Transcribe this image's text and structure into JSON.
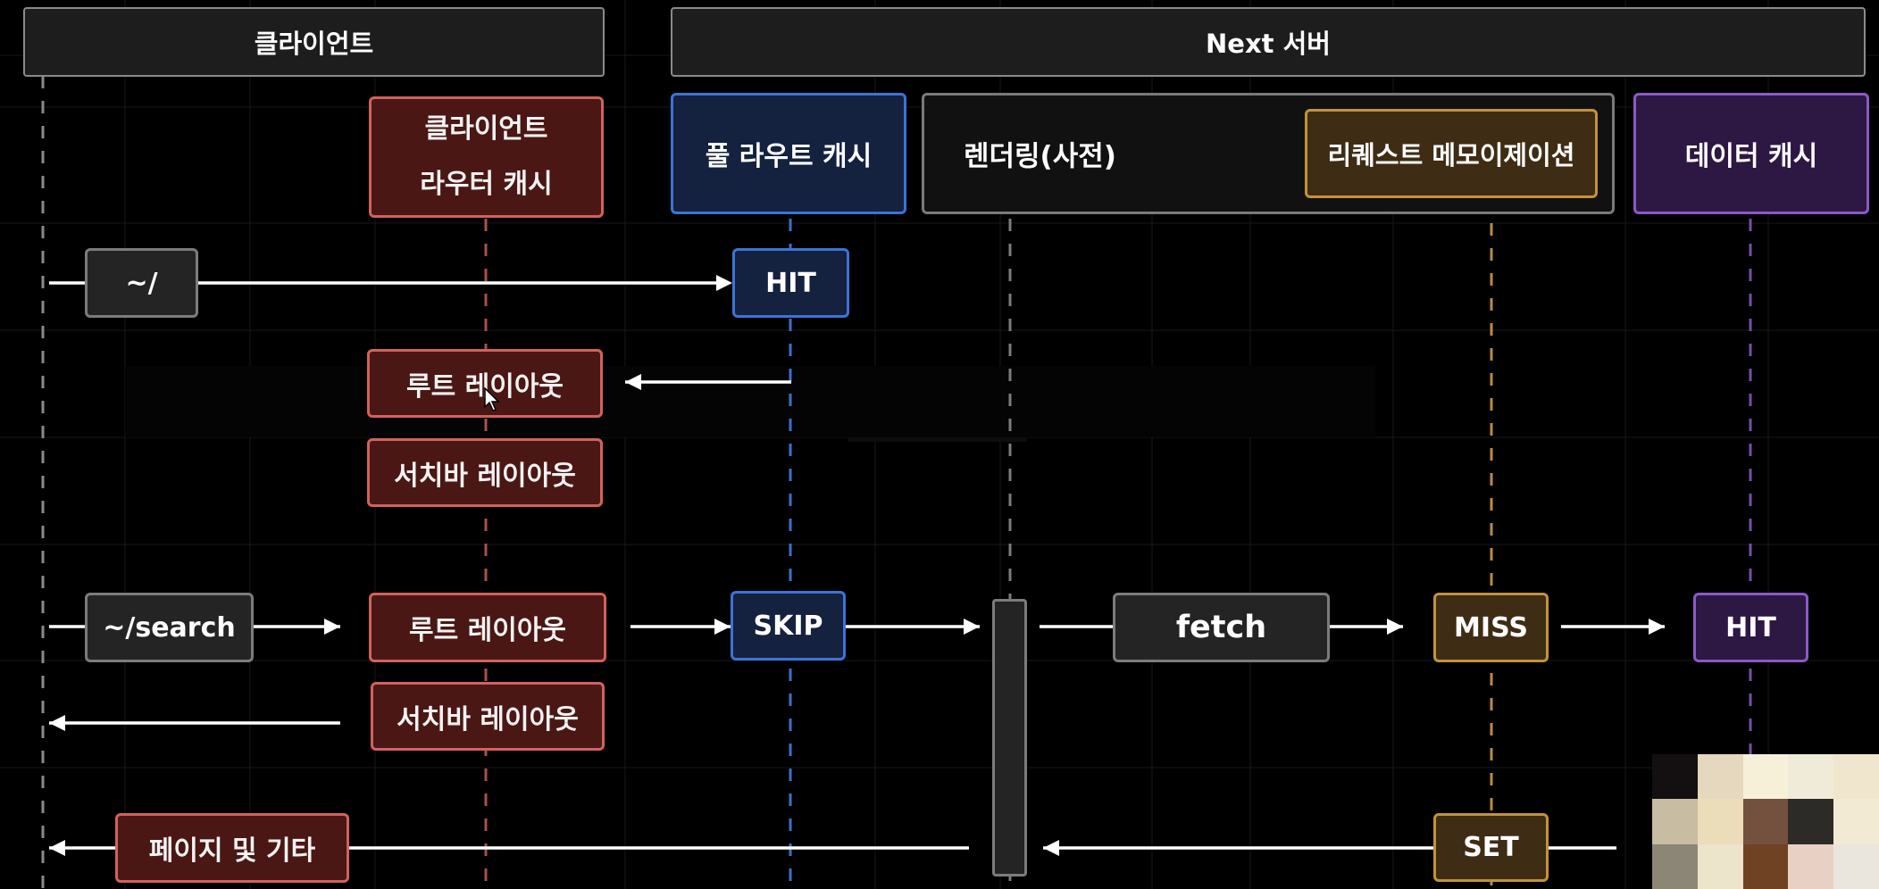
{
  "header": {
    "client": "클라이언트",
    "server": "Next 서버"
  },
  "columns": {
    "client_router_cache": [
      "클라이언트",
      "라우터 캐시"
    ],
    "full_route_cache": "풀 라우트 캐시",
    "rendering": "렌더링(사전)",
    "request_memoization": "리퀘스트 메모이제이션",
    "data_cache": "데이터 캐시"
  },
  "flow1": {
    "route": "~/",
    "full_route_result": "HIT",
    "root_layout": "루트 레이아웃",
    "search_bar_layout": "서치바 레이아웃"
  },
  "flow2": {
    "route": "~/search",
    "root_layout": "루트 레이아웃",
    "full_route_result": "SKIP",
    "fetch": "fetch",
    "memo_result": "MISS",
    "data_cache_result": "HIT",
    "search_bar_layout": "서치바 레이아웃",
    "memo_set": "SET",
    "page_etc": "페이지 및 기타"
  },
  "colors": {
    "background": "#000000",
    "client_cache": "#d2625c",
    "full_route_cache": "#3e73d6",
    "request_memo": "#c2923e",
    "data_cache": "#8c5ac6",
    "neutral": "#7c7c7c",
    "arrow": "#ffffff"
  },
  "icons": [
    "mouse-pointer-icon"
  ]
}
